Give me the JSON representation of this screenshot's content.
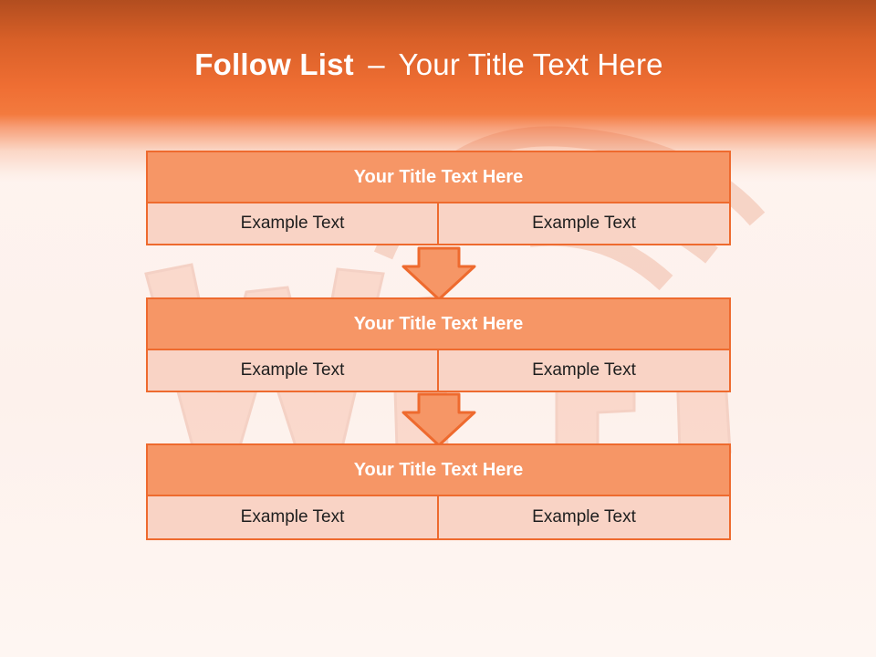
{
  "title": {
    "bold": "Follow List",
    "dash": "–",
    "rest": "Your Title Text Here"
  },
  "blocks": [
    {
      "title": "Your Title Text Here",
      "cells": [
        "Example Text",
        "Example Text"
      ]
    },
    {
      "title": "Your Title Text Here",
      "cells": [
        "Example Text",
        "Example Text"
      ]
    },
    {
      "title": "Your Title Text Here",
      "cells": [
        "Example Text",
        "Example Text"
      ]
    }
  ],
  "colors": {
    "header_top": "#b24d1f",
    "header_mid": "#ef6e33",
    "box_fill": "#f69666",
    "box_border": "#ee6a2e",
    "cell_fill": "#f9d3c5",
    "arrow_fill": "#f69666"
  }
}
